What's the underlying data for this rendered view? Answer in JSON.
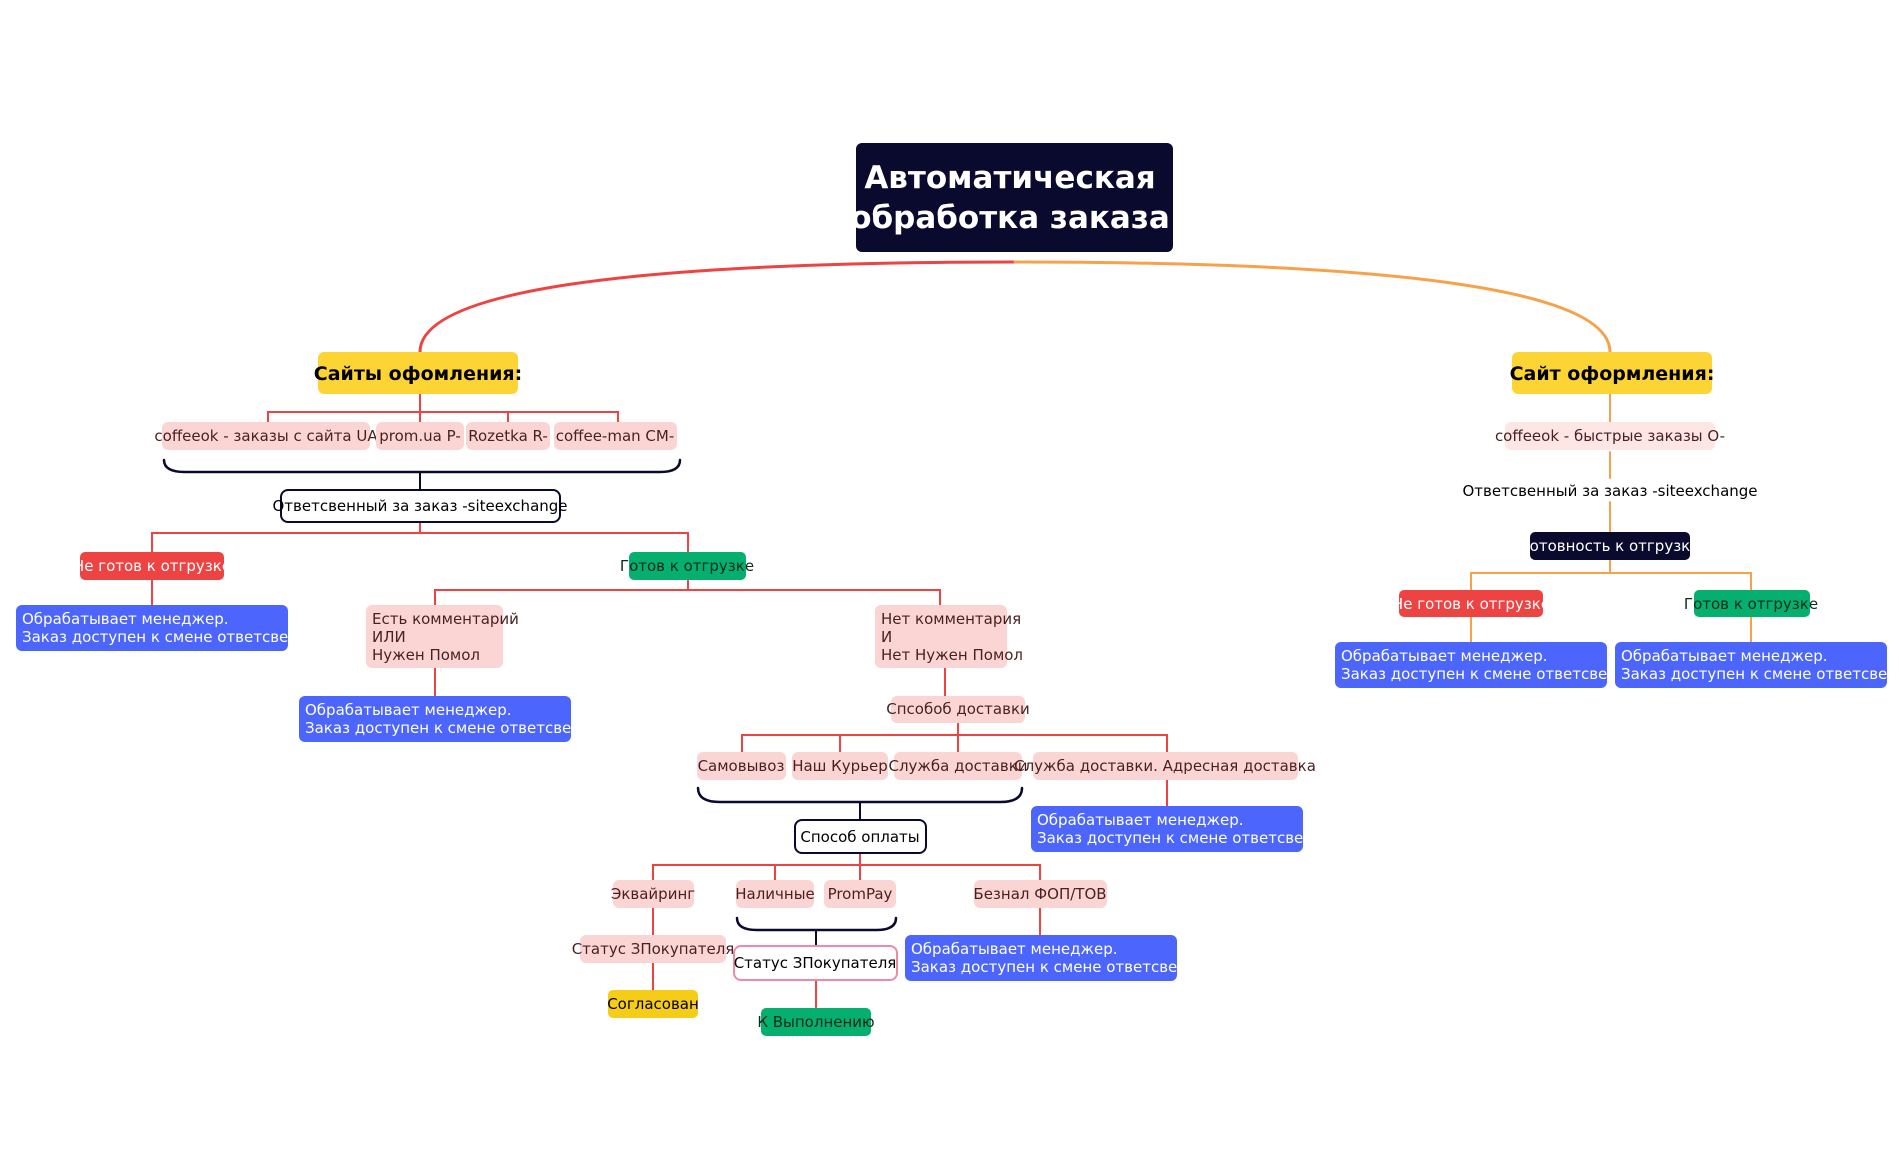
{
  "diagram": {
    "root": "Автоматическая обработка заказа",
    "colors": {
      "root_bg": "#0a0a2e",
      "yellow": "#fcd534",
      "pink": "#fbd5d3",
      "red": "#ee4343",
      "green": "#05b06e",
      "blue": "#4b65fd",
      "dark": "#0a0a2e",
      "line_left": "#ee4343",
      "line_right": "#f7a24a"
    },
    "left": {
      "title": "Сайты офомления:",
      "sites": [
        "coffeeok - заказы с сайта UA",
        "prom.ua P-",
        "Rozetka R-",
        "coffee-man CM-"
      ],
      "responsible": "Ответсвенный за заказ -siteexchange",
      "not_ready": "Не готов к отгрузке",
      "ready": "Готов к отгрузке",
      "manager_1": "Обрабатывает менеджер.",
      "manager_2": "Заказ доступен к смене ответсвенного",
      "with_comment": [
        "Есть комментарий",
        "ИЛИ",
        "Нужен Помол"
      ],
      "no_comment": [
        "Нет комментария",
        "И",
        "Нет Нужен Помол"
      ],
      "delivery_method": "Спсобоб доставки",
      "delivery": [
        "Самовывоз",
        "Наш Курьер",
        "Служба доставки",
        "Служба доставки. Адресная доставка"
      ],
      "payment_method": "Способ оплаты",
      "payments": [
        "Эквайринг",
        "Наличные",
        "PromPay",
        "Безнал ФОП/ТОВ"
      ],
      "buyer_status": "Статус ЗПокупателя",
      "agreed": "Согласован",
      "in_progress": "К Выполнению"
    },
    "right": {
      "title": "Сайт оформления:",
      "site": "coffeeok - быстрые заказы O-",
      "responsible": "Ответсвенный за заказ -siteexchange",
      "readiness": "Готовность к отгрузке",
      "not_ready": "Не готов к отгрузке",
      "ready": "Готов к отгрузке"
    }
  }
}
